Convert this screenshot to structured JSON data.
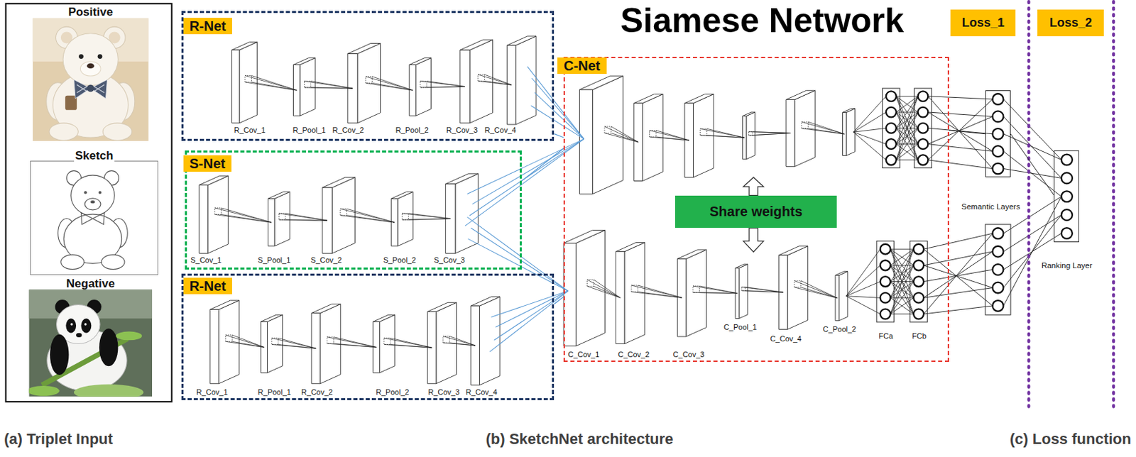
{
  "diagram": {
    "title": "Siamese Network",
    "nodes": [
      {
        "text": [
          "Positive"
        ]
      },
      {
        "text": [
          "Sketch"
        ]
      },
      {
        "text": [
          "Negative"
        ]
      },
      {
        "text": [
          "R-Net"
        ]
      },
      {
        "text": [
          "S-Net"
        ]
      },
      {
        "text": [
          "R-Net"
        ]
      },
      {
        "text": [
          "C-Net"
        ]
      },
      {
        "text": [
          "Share weights"
        ],
        "in": 6
      },
      {
        "text": [
          "Semantic Layers"
        ]
      },
      {
        "text": [
          "Ranking Layer"
        ]
      },
      {
        "text": [
          "Loss_1"
        ]
      },
      {
        "text": [
          "Loss_2"
        ]
      }
    ],
    "edges": [
      {
        "from": 3,
        "to": 6,
        "arrow": "none"
      },
      {
        "from": 4,
        "to": 6,
        "arrow": "none"
      },
      {
        "from": 5,
        "to": 6,
        "arrow": "none"
      },
      {
        "from": 6,
        "to": 8,
        "arrow": "none"
      },
      {
        "from": 8,
        "to": 9,
        "arrow": "none"
      }
    ],
    "labels": [
      "R_Cov_1",
      "R_Pool_1",
      "R_Cov_2",
      "R_Pool_2",
      "R_Cov_3",
      "R_Cov_4",
      "S_Cov_1",
      "S_Pool_1",
      "S_Cov_2",
      "S_Pool_2",
      "S_Cov_3",
      "R_Cov_1",
      "R_Pool_1",
      "R_Cov_2",
      "R_Pool_2",
      "R_Cov_3",
      "R_Cov_4",
      "C_Cov_1",
      "C_Cov_2",
      "C_Cov_3",
      "C_Pool_1",
      "C_Cov_4",
      "C_Pool_2",
      "FCa",
      "FCb",
      "(a) Triplet Input",
      "(b) SketchNet architecture",
      "(c) Loss function"
    ]
  }
}
